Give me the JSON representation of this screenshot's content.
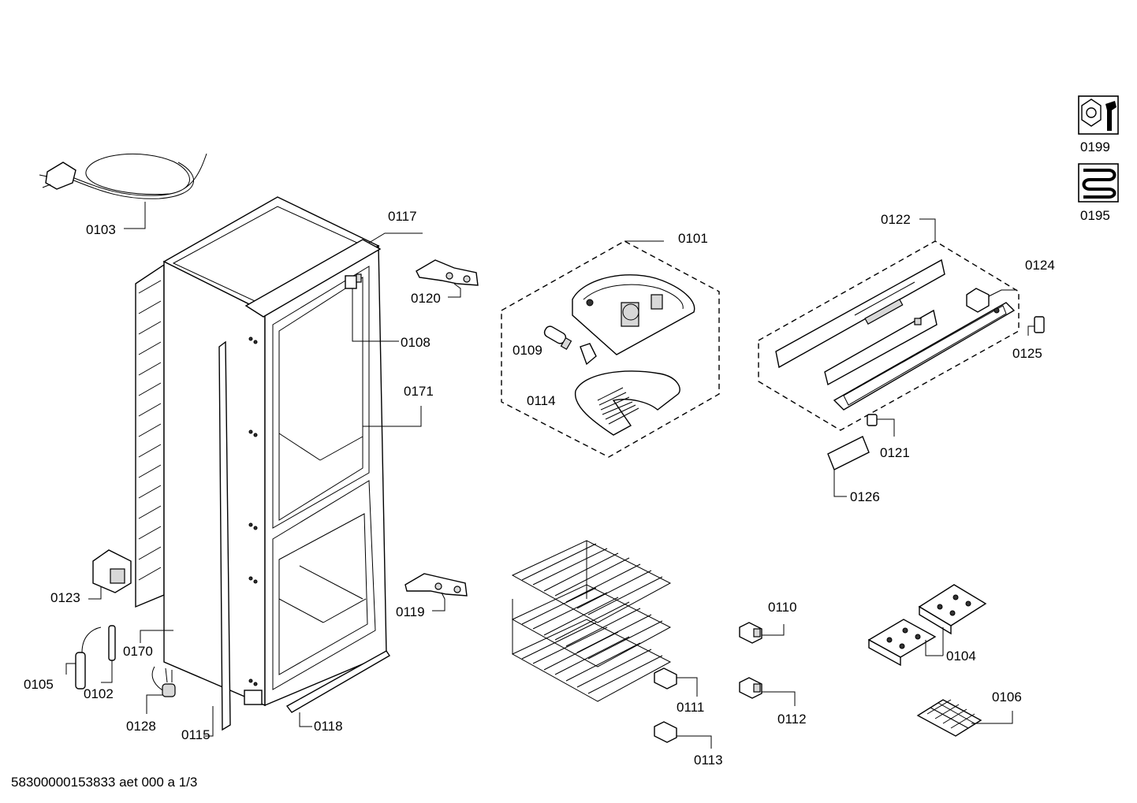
{
  "diagram": {
    "footer_code": "58300000153833 aet 000 a 1/3",
    "labels": {
      "p0103": "0103",
      "p0117": "0117",
      "p0120": "0120",
      "p0108": "0108",
      "p0171": "0171",
      "p0123": "0123",
      "p0170": "0170",
      "p0105": "0105",
      "p0102": "0102",
      "p0128": "0128",
      "p0115": "0115",
      "p0118": "0118",
      "p0119": "0119",
      "p0101": "0101",
      "p0109": "0109",
      "p0114": "0114",
      "p0122": "0122",
      "p0124": "0124",
      "p0125": "0125",
      "p0121": "0121",
      "p0126": "0126",
      "p0110": "0110",
      "p0111": "0111",
      "p0112": "0112",
      "p0113": "0113",
      "p0104": "0104",
      "p0106": "0106",
      "p0199": "0199",
      "p0195": "0195"
    },
    "icons": {
      "service": "wrench-nut-icon",
      "coil": "coil-pipe-icon"
    }
  }
}
